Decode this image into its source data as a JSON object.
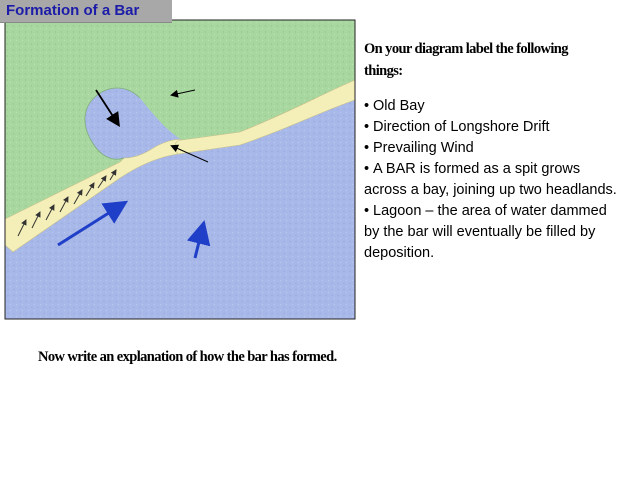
{
  "title": "Formation of a Bar",
  "instructions": {
    "heading": "On your diagram label the following things:",
    "points": [
      "Old Bay",
      "Direction of Longshore Drift",
      "Prevailing Wind",
      "A BAR is formed as a spit grows across a bay, joining up two headlands.",
      "Lagoon – the area of water dammed by the bar will eventually be filled by deposition."
    ]
  },
  "task": "Now write an explanation of how the bar has formed.",
  "colors": {
    "land": "#a8d8a0",
    "sea": "#a8b8e8",
    "bar": "#f4efb8",
    "title_text": "#1c1ca8",
    "title_background": "#a8a8a8",
    "wind_arrow": "#1f3fc8"
  }
}
